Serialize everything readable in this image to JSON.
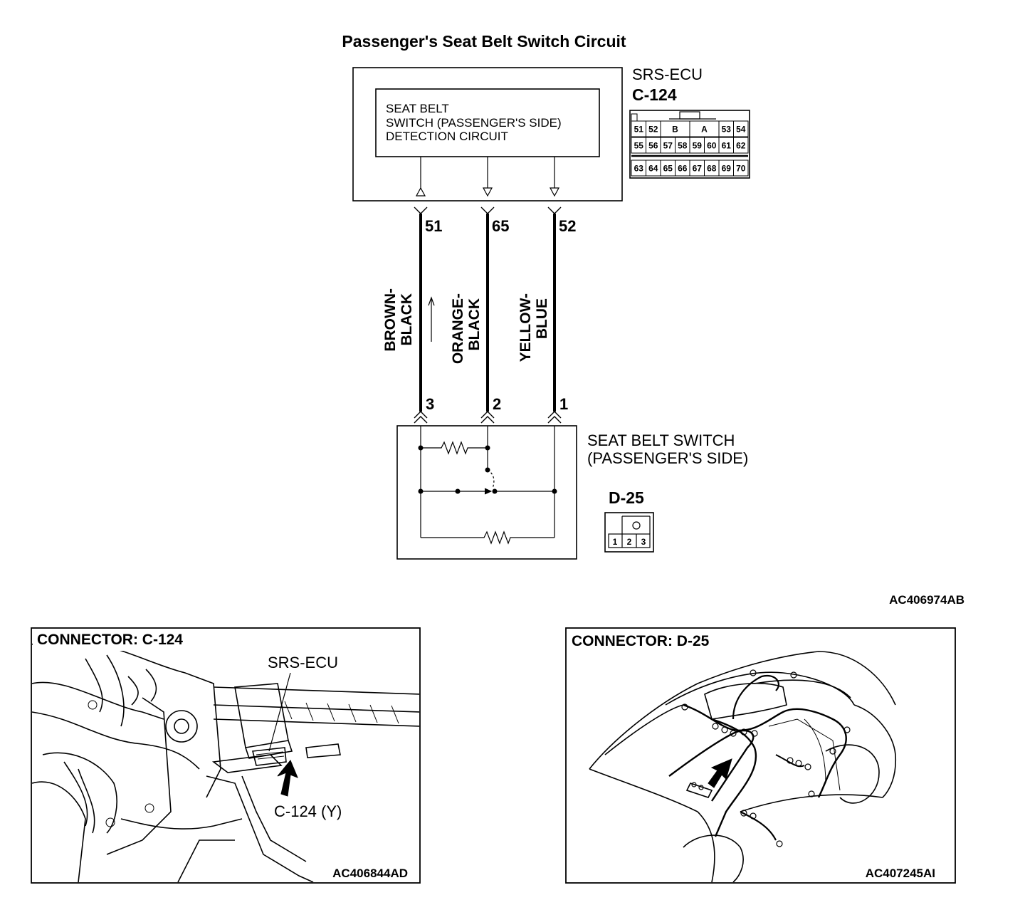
{
  "title": "Passenger's Seat Belt Switch Circuit",
  "ecu": {
    "name": "SRS-ECU",
    "connector": "C-124",
    "inner_lines": [
      "SEAT BELT",
      "SWITCH (PASSENGER'S SIDE)",
      "DETECTION CIRCUIT"
    ],
    "connector_face": {
      "row1": [
        "51",
        "52",
        "B",
        "A",
        "53",
        "54"
      ],
      "row2": [
        "55",
        "56",
        "57",
        "58",
        "59",
        "60",
        "61",
        "62"
      ],
      "row3": [
        "63",
        "64",
        "65",
        "66",
        "67",
        "68",
        "69",
        "70"
      ]
    }
  },
  "wires": [
    {
      "ecu_pin": "51",
      "switch_pin": "3",
      "color_line1": "BROWN-",
      "color_line2": "BLACK"
    },
    {
      "ecu_pin": "65",
      "switch_pin": "2",
      "color_line1": "ORANGE-",
      "color_line2": "BLACK"
    },
    {
      "ecu_pin": "52",
      "switch_pin": "1",
      "color_line1": "YELLOW-",
      "color_line2": "BLUE"
    }
  ],
  "switch": {
    "name_line1": "SEAT BELT SWITCH",
    "name_line2": "(PASSENGER'S SIDE)",
    "connector": "D-25",
    "connector_face": [
      "1",
      "2",
      "3"
    ]
  },
  "diagram_code": "AC406974AB",
  "panel_left": {
    "title": "CONNECTOR: C-124",
    "callout_ecu": "SRS-ECU",
    "callout_connector": "C-124 (Y)",
    "code": "AC406844AD"
  },
  "panel_right": {
    "title": "CONNECTOR: D-25",
    "code": "AC407245AI"
  }
}
